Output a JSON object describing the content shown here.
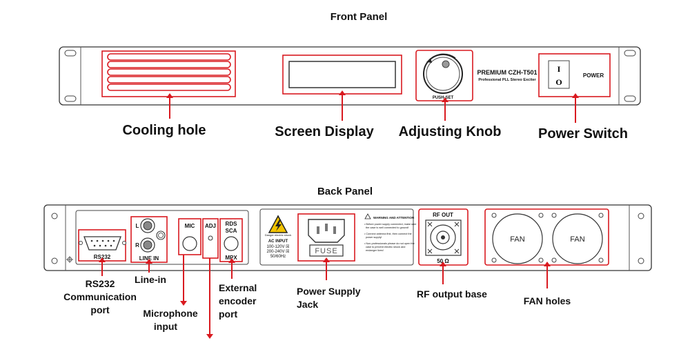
{
  "front": {
    "title": "Front Panel",
    "model_name": "PREMIUM CZH-T501",
    "model_subtitle": "Professional PLL Stereo Exciter",
    "knob_label": "PUSH-SET",
    "power_label": "POWER",
    "switch_on": "I",
    "switch_off": "O",
    "callouts": {
      "cooling_hole": "Cooling hole",
      "screen_display": "Screen Display",
      "adjusting_knob": "Adjusting Knob",
      "power_switch": "Power Switch"
    }
  },
  "back": {
    "title": "Back Panel",
    "labels": {
      "rs232": "RS232",
      "line_in": "LINE IN",
      "l": "L",
      "r": "R",
      "mic": "MIC",
      "adj": "ADJ",
      "rds": "RDS",
      "sca": "SCA",
      "mpx": "MPX",
      "fuse": "FUSE",
      "rf_out": "RF OUT",
      "ohm": "50 Ω",
      "fan1": "FAN",
      "fan2": "FAN",
      "danger": "Danger electric shock",
      "ac_input": "AC INPUT",
      "ac_line1": "100-120V ☒",
      "ac_line2": "200-240V ☒",
      "ac_freq": "50/60Hz",
      "warning_title": "WARNING AND ATTENTION",
      "warning_1": "• Before power supply connected, make sure",
      "warning_1b": "the case is well connected to ground!",
      "warning_2": "• Connect antenna first, then connect the",
      "warning_2b": "power supply!",
      "warning_3": "• Non-professionals please do not open the",
      "warning_3b": "case to prevent electric shock and",
      "warning_3c": "endanger lives!"
    },
    "callouts": {
      "rs232_line1": "RS232",
      "rs232_line2": "Communication",
      "rs232_line3": "port",
      "line_in": "Line-in",
      "mic_line1": "Microphone",
      "mic_line2": "input",
      "ext_line1": "External",
      "ext_line2": "encoder",
      "ext_line3": "port",
      "psu_line1": "Power Supply",
      "psu_line2": "Jack",
      "rf_out": "RF output base",
      "fan_holes": "FAN holes"
    }
  },
  "colors": {
    "accent_red": "#d9191f",
    "outline": "#333333",
    "warning_yellow": "#f3c300"
  },
  "icons": [
    "screw-icon",
    "lightning-warning-icon",
    "ground-icon",
    "bnc-connector-icon",
    "fan-screw-icon"
  ]
}
